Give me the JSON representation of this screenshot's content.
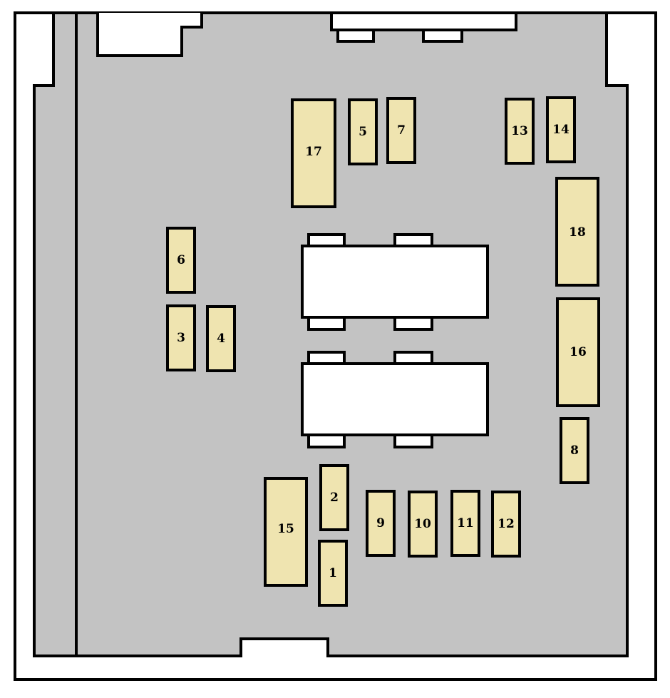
{
  "colors": {
    "board": "#c3c3c3",
    "fuse_fill": "#efe4b0",
    "relay_fill": "#ffffff",
    "outline": "#000000",
    "background": "#ffffff"
  },
  "fuses": {
    "f1": "1",
    "f2": "2",
    "f3": "3",
    "f4": "4",
    "f5": "5",
    "f6": "6",
    "f7": "7",
    "f8": "8",
    "f9": "9",
    "f10": "10",
    "f11": "11",
    "f12": "12",
    "f13": "13",
    "f14": "14",
    "f15": "15",
    "f16": "16",
    "f17": "17",
    "f18": "18"
  }
}
